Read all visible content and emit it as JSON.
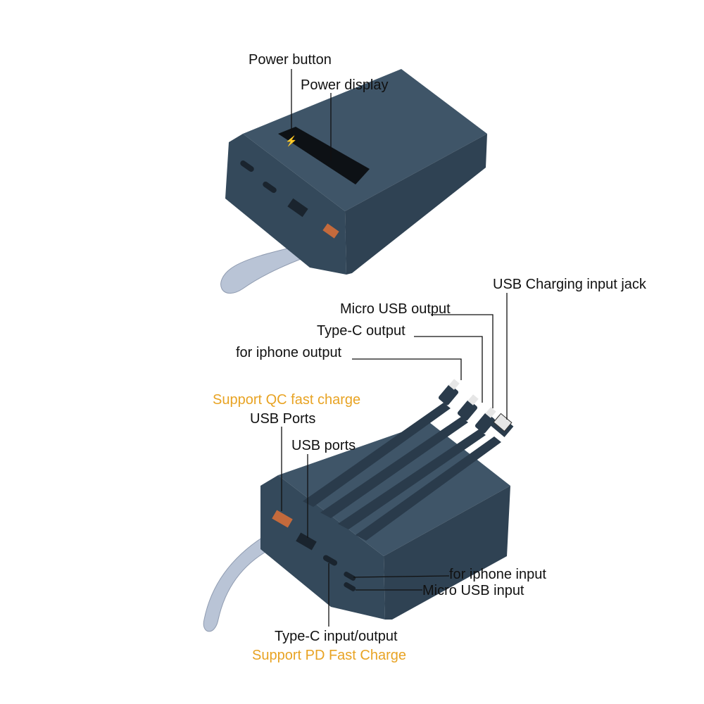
{
  "colors": {
    "body": "#3c5064",
    "accent": "#e8a323",
    "strap": "#b9c4d6"
  },
  "top_device": {
    "labels": {
      "power_button": "Power button",
      "power_display": "Power display"
    }
  },
  "bottom_device": {
    "labels": {
      "usb_charging_input_jack": "USB Charging input jack",
      "micro_usb_output": "Micro USB output",
      "type_c_output": "Type-C output",
      "iphone_output": "for iphone output",
      "qc_fast_charge": "Support QC fast charge",
      "usb_ports_1": "USB Ports",
      "usb_ports_2": "USB ports",
      "iphone_input": "for iphone input",
      "micro_usb_input": "Micro USB input",
      "type_c_io": "Type-C input/output",
      "pd_fast_charge": "Support PD Fast Charge"
    }
  }
}
